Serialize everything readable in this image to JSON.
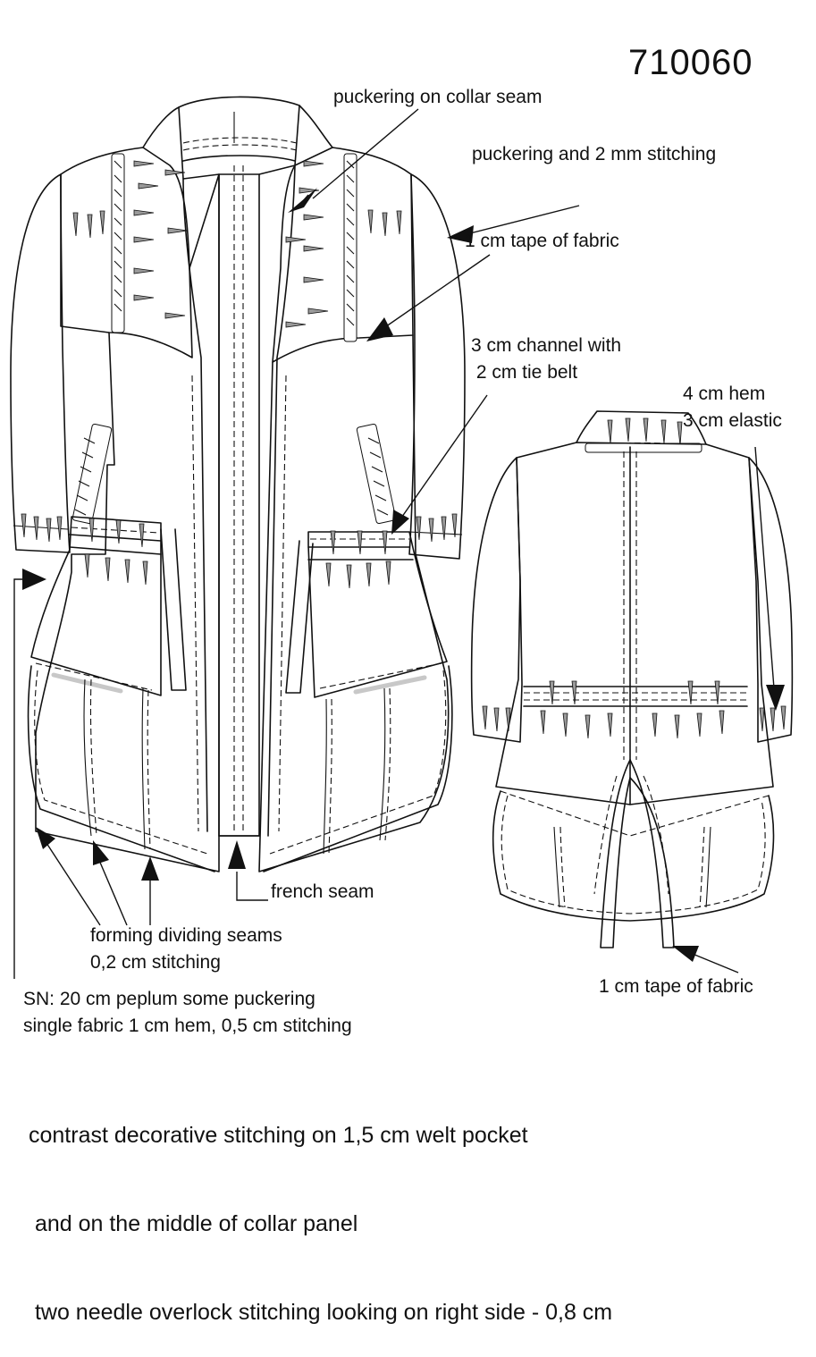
{
  "sheet": {
    "style_number": "710060",
    "labels": {
      "collar_seam": "puckering on collar seam",
      "shoulder_stitch": "puckering and 2 mm stitching",
      "tape_front": "1 cm tape of fabric",
      "channel_line1": "3 cm channel with",
      "channel_line2": " 2 cm tie belt",
      "hem_line1": "4 cm hem",
      "hem_line2": "3 cm elastic",
      "french_seam": "french seam",
      "dividing_line1": "forming dividing seams",
      "dividing_line2": "0,2 cm stitching",
      "peplum_line1": "SN: 20 cm peplum some puckering",
      "peplum_line2": "single fabric 1 cm hem, 0,5 cm stitching",
      "tape_back": "1 cm tape of fabric"
    },
    "notes": [
      "contrast decorative stitching on 1,5 cm welt pocket",
      " and on the middle of collar panel",
      " two needle overlock stitching looking on right side - 0,8 cm"
    ]
  }
}
